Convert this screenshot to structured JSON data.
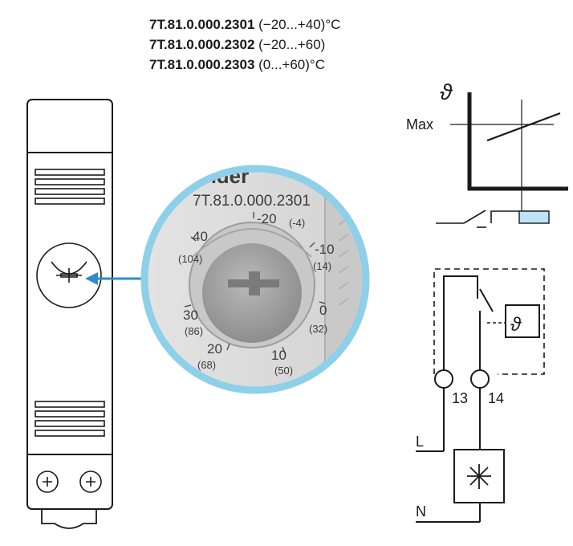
{
  "models": [
    {
      "code": "7T.81.0.000.2301",
      "range": "(−20...+40)°C"
    },
    {
      "code": "7T.81.0.000.2302",
      "range": "(−20...+60)"
    },
    {
      "code": "7T.81.0.000.2303",
      "range": "(0...+60)°C"
    }
  ],
  "zoom": {
    "brand": "finder",
    "model": "7T.81.0.000.2301",
    "scale": [
      {
        "c": "-20",
        "f": "(-4)"
      },
      {
        "c": "-10",
        "f": "(14)"
      },
      {
        "c": "0",
        "f": "(32)"
      },
      {
        "c": "10",
        "f": "(50)"
      },
      {
        "c": "20",
        "f": "(68)"
      },
      {
        "c": "30",
        "f": "(86)"
      },
      {
        "c": "40",
        "f": "(104)"
      }
    ]
  },
  "graph": {
    "y_symbol": "ϑ",
    "max_label": "Max"
  },
  "wiring": {
    "terminal_13": "13",
    "terminal_14": "14",
    "sensor_symbol": "ϑ",
    "line_label": "L",
    "neutral_label": "N"
  },
  "colors": {
    "accent": "#8ecfe9",
    "arrow": "#2f8ccc",
    "line": "#1a1a1a"
  }
}
